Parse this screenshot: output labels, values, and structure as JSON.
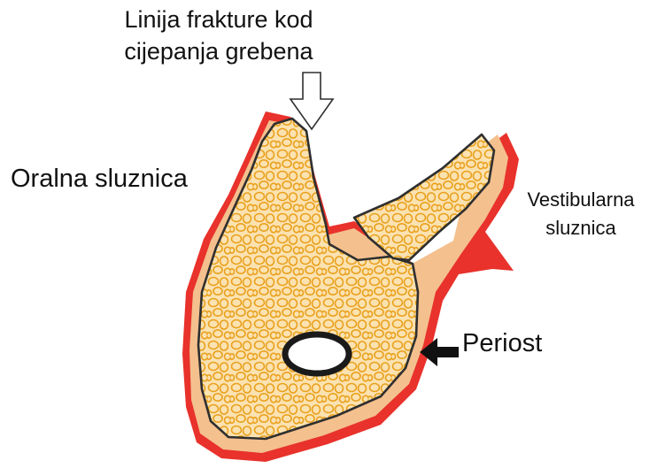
{
  "labels": {
    "fracture_line_1": "Linija frakture kod",
    "fracture_line_2": "cijepanja grebena",
    "oral_mucosa": "Oralna sluznica",
    "vestibular_line_1": "Vestibularna",
    "vestibular_line_2": "sluznica",
    "periosteum": "Periost"
  },
  "colors": {
    "mucosa_red": "#e8322b",
    "periosteum_peach": "#f4c08e",
    "bone_fill": "#fbe2b0",
    "trabecula_orange": "#e9a01c",
    "outline_dark": "#2f2f2f",
    "hollow_arrow": "#ffffff",
    "solid_arrow": "#111111"
  },
  "icons": {
    "fracture_arrow": "hollow-down-arrow",
    "periost_arrow": "solid-left-arrow"
  }
}
